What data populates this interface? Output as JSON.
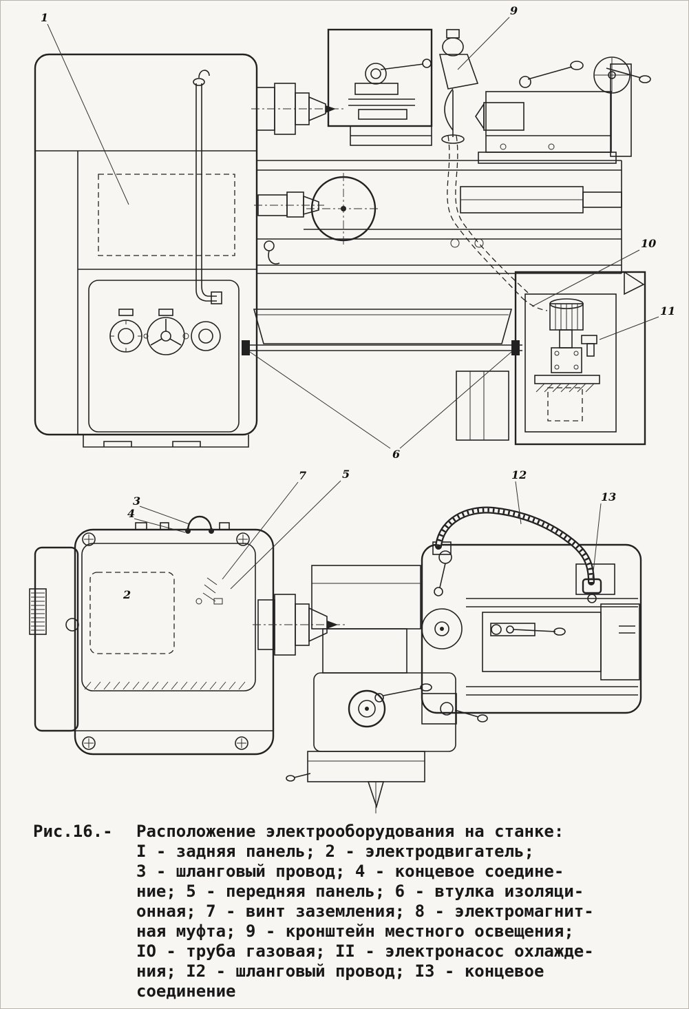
{
  "colors": {
    "ink": "#222222",
    "paper": "#f7f6f2"
  },
  "figure": {
    "caption_label": "Рис.16.-",
    "caption_lines": [
      "Расположение электрооборудования на станке:",
      "I - задняя панель; 2 - электродвигатель;",
      "3 - шланговый провод; 4 - концевое соедине-",
      "ние; 5 - передняя панель; 6 - втулка изоляци-",
      "онная; 7 - винт заземления; 8 - электромагнит-",
      "ная муфта; 9 - кронштейн местного освещения;",
      "IO - труба газовая; II - электронасос охлажде-",
      "ния; I2 - шланговый провод; I3 - концевое",
      "соединение"
    ],
    "callouts_front": [
      {
        "label": "1"
      },
      {
        "label": "9"
      },
      {
        "label": "10"
      },
      {
        "label": "11"
      },
      {
        "label": "6"
      }
    ],
    "callouts_plan": [
      {
        "label": "3"
      },
      {
        "label": "4"
      },
      {
        "label": "2"
      },
      {
        "label": "7"
      },
      {
        "label": "5"
      },
      {
        "label": "12"
      },
      {
        "label": "13"
      }
    ]
  }
}
